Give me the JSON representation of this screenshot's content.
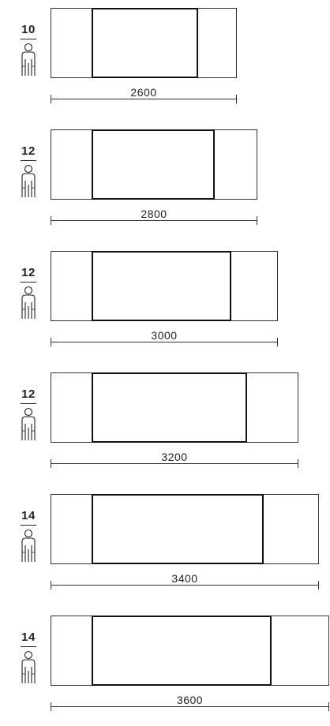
{
  "configurations": [
    {
      "seats": "10",
      "length": "2600"
    },
    {
      "seats": "12",
      "length": "2800"
    },
    {
      "seats": "12",
      "length": "3000"
    },
    {
      "seats": "12",
      "length": "3200"
    },
    {
      "seats": "14",
      "length": "3400"
    },
    {
      "seats": "14",
      "length": "3600"
    }
  ],
  "icons": {
    "seat": "person-icon"
  }
}
